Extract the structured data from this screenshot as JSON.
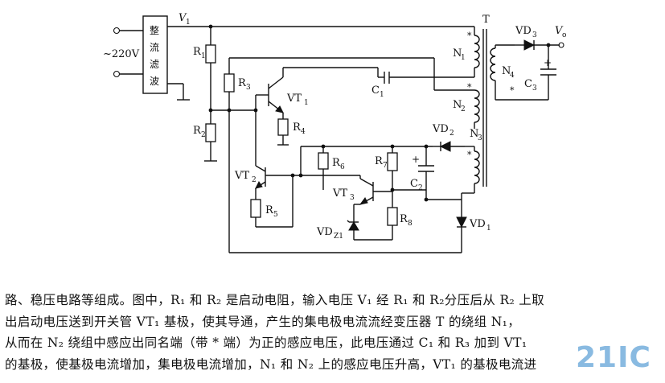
{
  "labels": {
    "input": "~220V",
    "rectifier": [
      "整",
      "流",
      "滤",
      "波"
    ],
    "v1": "V",
    "v1_sub": "1",
    "t": "T",
    "vo": "V",
    "vo_sub": "o",
    "r1": "R",
    "r1_sub": "1",
    "r2": "R",
    "r2_sub": "2",
    "r3": "R",
    "r3_sub": "3",
    "r4": "R",
    "r4_sub": "4",
    "r5": "R",
    "r5_sub": "5",
    "r6": "R",
    "r6_sub": "6",
    "r7": "R",
    "r7_sub": "7",
    "r8": "R",
    "r8_sub": "8",
    "vt1": "VT",
    "vt1_sub": "1",
    "vt2": "VT",
    "vt2_sub": "2",
    "vt3": "VT",
    "vt3_sub": "3",
    "c1": "C",
    "c1_sub": "1",
    "c2": "C",
    "c2_sub": "2",
    "c3": "C",
    "c3_sub": "3",
    "n1": "N",
    "n1_sub": "1",
    "n2": "N",
    "n2_sub": "2",
    "n3": "N",
    "n3_sub": "3",
    "n4": "N",
    "n4_sub": "4",
    "vd1": "VD",
    "vd1_sub": "1",
    "vd2": "VD",
    "vd2_sub": "2",
    "vd3": "VD",
    "vd3_sub": "3",
    "vdz1": "VD",
    "vdz1_sub": "Z1",
    "star": "*",
    "plus": "+"
  },
  "description": [
    "路、稳压电路等组成。图中，R₁ 和 R₂ 是启动电阻，输入电压 V₁ 经 R₁ 和 R₂分压后从 R₂ 上取",
    "出启动电压送到开关管 VT₁ 基极，使其导通，产生的集电极电流流经变压器 T 的绕组 N₁，",
    "从而在 N₂ 绕组中感应出同名端（带 * 端）为正的感应电压，此电压通过 C₁ 和 R₃ 加到 VT₁",
    "的基极，使基极电流增加，集电极电流增加，N₁ 和 N₂ 上的感应电压升高，VT₁ 的基极电流进"
  ],
  "watermark": "21IC"
}
